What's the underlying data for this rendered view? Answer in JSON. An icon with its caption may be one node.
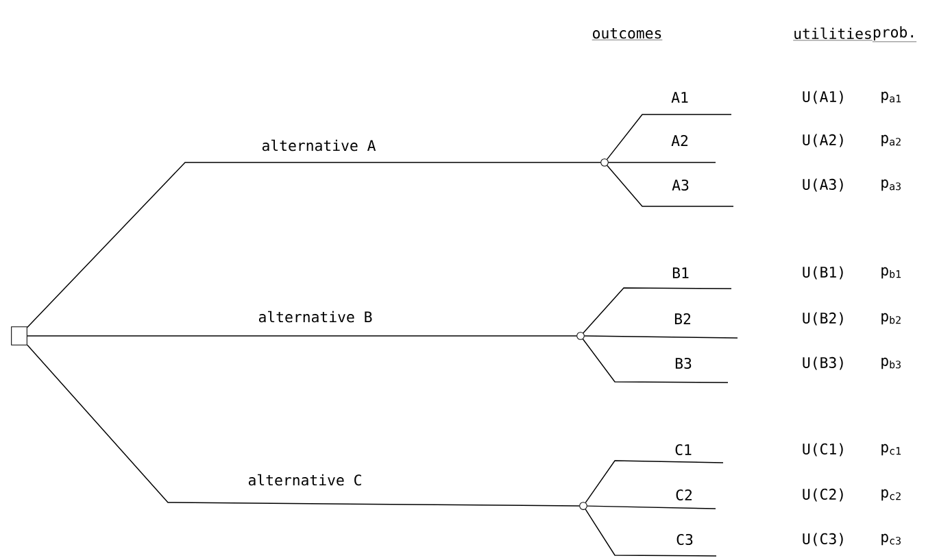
{
  "diagram": {
    "nodes": [
      {
        "text": [],
        "shape": "box"
      },
      {
        "text": [],
        "shape": "circle"
      },
      {
        "text": [],
        "shape": "circle"
      },
      {
        "text": [],
        "shape": "circle"
      }
    ],
    "edges": [
      {
        "from": 0,
        "to": 1,
        "arrow": "none",
        "label": "alternative A"
      },
      {
        "from": 0,
        "to": 2,
        "arrow": "none",
        "label": "alternative B"
      },
      {
        "from": 0,
        "to": 3,
        "arrow": "none",
        "label": "alternative C"
      },
      {
        "from": 1,
        "to": null,
        "arrow": "none",
        "label": "A1"
      },
      {
        "from": 1,
        "to": null,
        "arrow": "none",
        "label": "A2"
      },
      {
        "from": 1,
        "to": null,
        "arrow": "none",
        "label": "A3"
      },
      {
        "from": 2,
        "to": null,
        "arrow": "none",
        "label": "B1"
      },
      {
        "from": 2,
        "to": null,
        "arrow": "none",
        "label": "B2"
      },
      {
        "from": 2,
        "to": null,
        "arrow": "none",
        "label": "B3"
      },
      {
        "from": 3,
        "to": null,
        "arrow": "none",
        "label": "C1"
      },
      {
        "from": 3,
        "to": null,
        "arrow": "none",
        "label": "C2"
      },
      {
        "from": 3,
        "to": null,
        "arrow": "none",
        "label": "C3"
      }
    ],
    "labels": [
      "outcomes",
      "utilities",
      "prob.",
      "U(A1)",
      "p$_{a1}$",
      "U(A2)",
      "p$_{a2}$",
      "U(A3)",
      "p$_{a3}$",
      "U(B1)",
      "p$_{b1}$",
      "U(B2)",
      "p$_{b2}$",
      "U(B3)",
      "p$_{b3}$",
      "U(C1)",
      "p$_{c1}$",
      "U(C2)",
      "p$_{c2}$",
      "U(C3)",
      "p$_{c3}$"
    ]
  }
}
